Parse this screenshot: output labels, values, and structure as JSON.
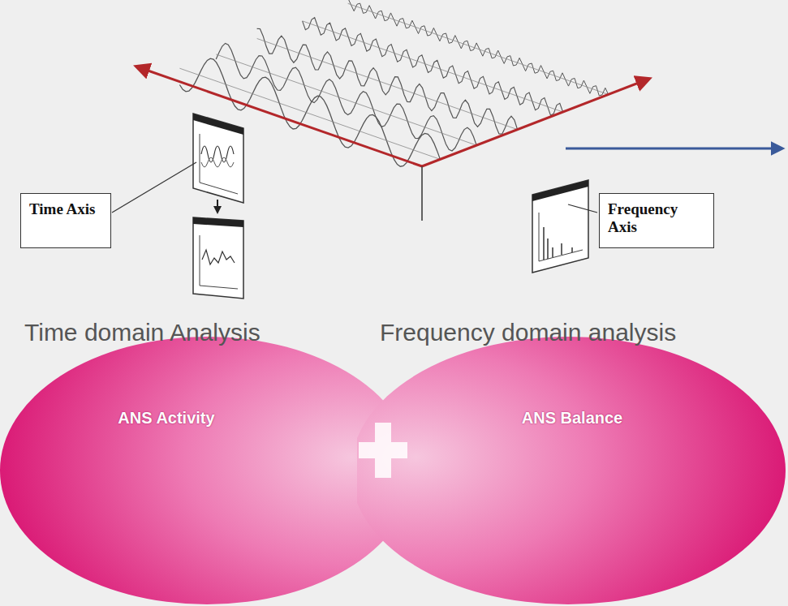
{
  "diagram": {
    "nodes": [
      {
        "text": [
          "Time Axis"
        ]
      },
      {
        "text": [
          "Frequency Axis"
        ]
      },
      {
        "text": [
          "Time domain Analysis",
          "ANS Activity"
        ]
      },
      {
        "text": [
          "Frequency domain analysis",
          "ANS Balance"
        ]
      }
    ]
  }
}
